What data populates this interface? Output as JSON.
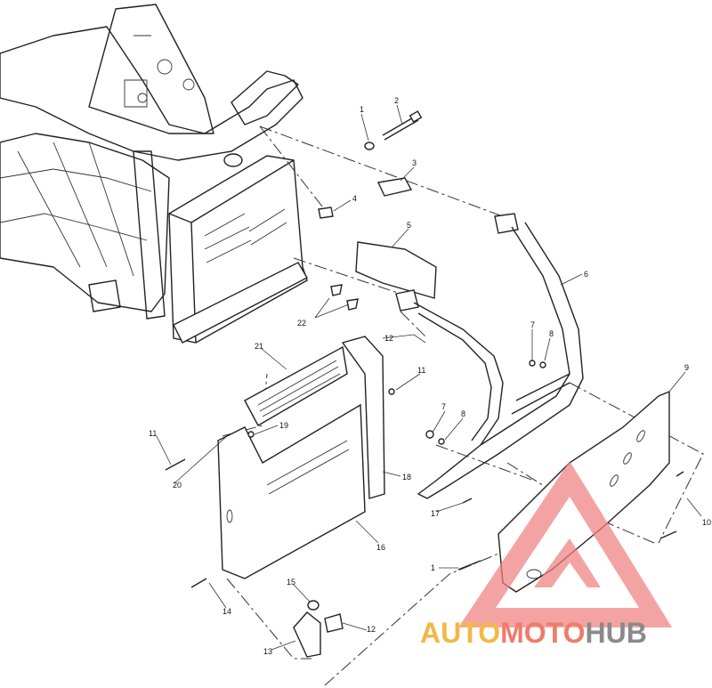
{
  "callouts": [
    {
      "id": "c1",
      "label": "1"
    },
    {
      "id": "c2",
      "label": "2"
    },
    {
      "id": "c3",
      "label": "3"
    },
    {
      "id": "c4",
      "label": "4"
    },
    {
      "id": "c5",
      "label": "5"
    },
    {
      "id": "c6",
      "label": "6"
    },
    {
      "id": "c7a",
      "label": "7"
    },
    {
      "id": "c8a",
      "label": "8"
    },
    {
      "id": "c9",
      "label": "9"
    },
    {
      "id": "c10",
      "label": "10"
    },
    {
      "id": "c11a",
      "label": "11"
    },
    {
      "id": "c11b",
      "label": "11"
    },
    {
      "id": "c12a",
      "label": "12"
    },
    {
      "id": "c21",
      "label": "21"
    },
    {
      "id": "c22",
      "label": "22"
    },
    {
      "id": "c19",
      "label": "19"
    },
    {
      "id": "c7b",
      "label": "7"
    },
    {
      "id": "c8b",
      "label": "8"
    },
    {
      "id": "c20",
      "label": "20"
    },
    {
      "id": "c18",
      "label": "18"
    },
    {
      "id": "c17",
      "label": "17"
    },
    {
      "id": "c16",
      "label": "16"
    },
    {
      "id": "c1b",
      "label": "1"
    },
    {
      "id": "c15",
      "label": "15"
    },
    {
      "id": "c14",
      "label": "14"
    },
    {
      "id": "c13",
      "label": "13"
    },
    {
      "id": "c12b",
      "label": "12"
    }
  ],
  "watermark": {
    "part1": "AUTO",
    "part2": "MOTO",
    "part3": "HUB",
    "color1": "#f2b843",
    "color2": "#ef7b6a",
    "color3": "#8a8a8a",
    "triangle_color": "#f07f7f"
  }
}
